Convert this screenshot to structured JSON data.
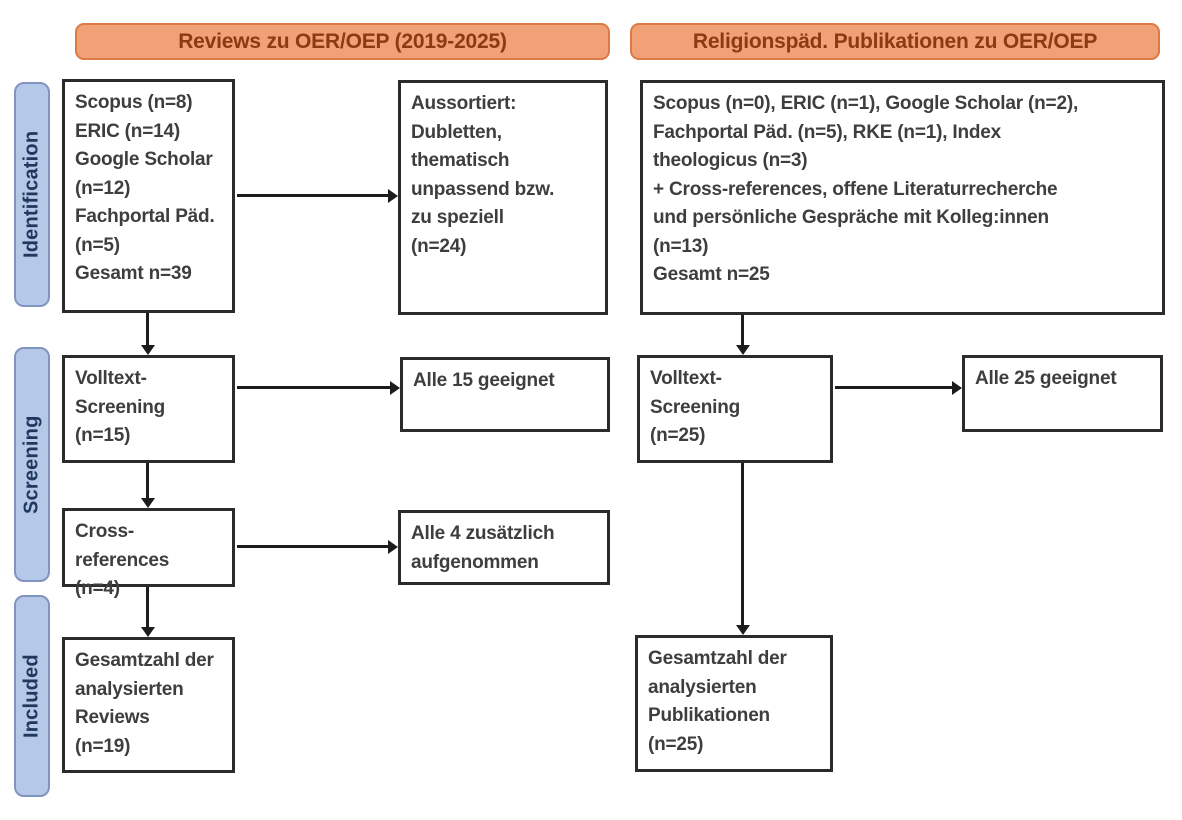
{
  "headers": {
    "left": "Reviews zu OER/OEP (2019-2025)",
    "right": "Religionspäd. Publikationen zu OER/OEP"
  },
  "stages": {
    "identification": "Identification",
    "screening": "Screening",
    "included": "Included"
  },
  "boxes": {
    "left_sources": "Scopus (n=8)\nERIC (n=14)\nGoogle Scholar\n(n=12)\nFachportal Päd.\n(n=5)\nGesamt n=39",
    "left_excluded": "Aussortiert:\nDubletten,\nthematisch\nunpassend bzw.\nzu speziell\n(n=24)",
    "left_fulltext": "Volltext-\nScreening\n(n=15)",
    "left_eligible": "Alle 15 geeignet",
    "left_crossref": "Cross-references\n(n=4)",
    "left_crossref_added": "Alle 4 zusätzlich\naufgenommen",
    "left_total": "Gesamtzahl der\nanalysierten\nReviews\n(n=19)",
    "right_sources": "Scopus (n=0), ERIC (n=1), Google Scholar (n=2),\nFachportal Päd. (n=5), RKE (n=1), Index\ntheologicus (n=3)\n+ Cross-references, offene Literaturrecherche\nund persönliche Gespräche mit Kolleg:innen\n(n=13)\nGesamt n=25",
    "right_fulltext": "Volltext-\nScreening\n(n=25)",
    "right_eligible": "Alle 25 geeignet",
    "right_total": "Gesamtzahl der\nanalysierten\nPublikationen\n(n=25)"
  },
  "colors": {
    "header_fill": "#F0A175",
    "header_border": "#DC7A45",
    "header_text": "#8C3A10",
    "stage_fill": "#B5C8E8",
    "stage_border": "#8193C0",
    "stage_text": "#20375E",
    "box_border": "#2B2B2B",
    "box_text": "#3E3E3E",
    "arrow": "#1C1C1C"
  }
}
